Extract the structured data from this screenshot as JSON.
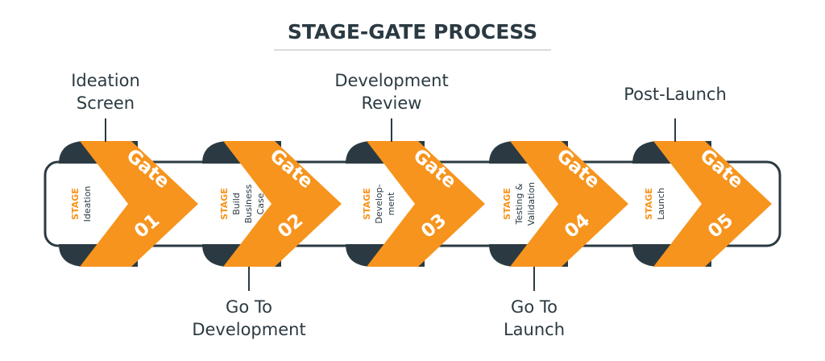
{
  "title": "STAGE-GATE PROCESS",
  "colors": {
    "orange": "#F7941D",
    "dark": "#2B3A42",
    "text": "#2B3A42",
    "white": "#FFFFFF"
  },
  "stages": [
    {
      "stage_word": "STAGE",
      "stage_lines": [
        "Ideation"
      ],
      "gate_word": "Gate",
      "gate_number": "01"
    },
    {
      "stage_word": "STAGE",
      "stage_lines": [
        "Build",
        "Business",
        "Case"
      ],
      "gate_word": "Gate",
      "gate_number": "02"
    },
    {
      "stage_word": "STAGE",
      "stage_lines": [
        "Develop-",
        "ment"
      ],
      "gate_word": "Gate",
      "gate_number": "03"
    },
    {
      "stage_word": "STAGE",
      "stage_lines": [
        "Testing &",
        "Validation"
      ],
      "gate_word": "Gate",
      "gate_number": "04"
    },
    {
      "stage_word": "STAGE",
      "stage_lines": [
        "Launch"
      ],
      "gate_word": "Gate",
      "gate_number": "05"
    }
  ],
  "gate_labels": {
    "top": [
      {
        "gate": 1,
        "lines": [
          "Ideation",
          "Screen"
        ]
      },
      {
        "gate": 3,
        "lines": [
          "Development",
          "Review"
        ]
      },
      {
        "gate": 5,
        "lines": [
          "Post-Launch"
        ]
      }
    ],
    "bottom": [
      {
        "gate": 2,
        "lines": [
          "Go To",
          "Development"
        ]
      },
      {
        "gate": 4,
        "lines": [
          "Go To",
          "Launch"
        ]
      }
    ]
  }
}
